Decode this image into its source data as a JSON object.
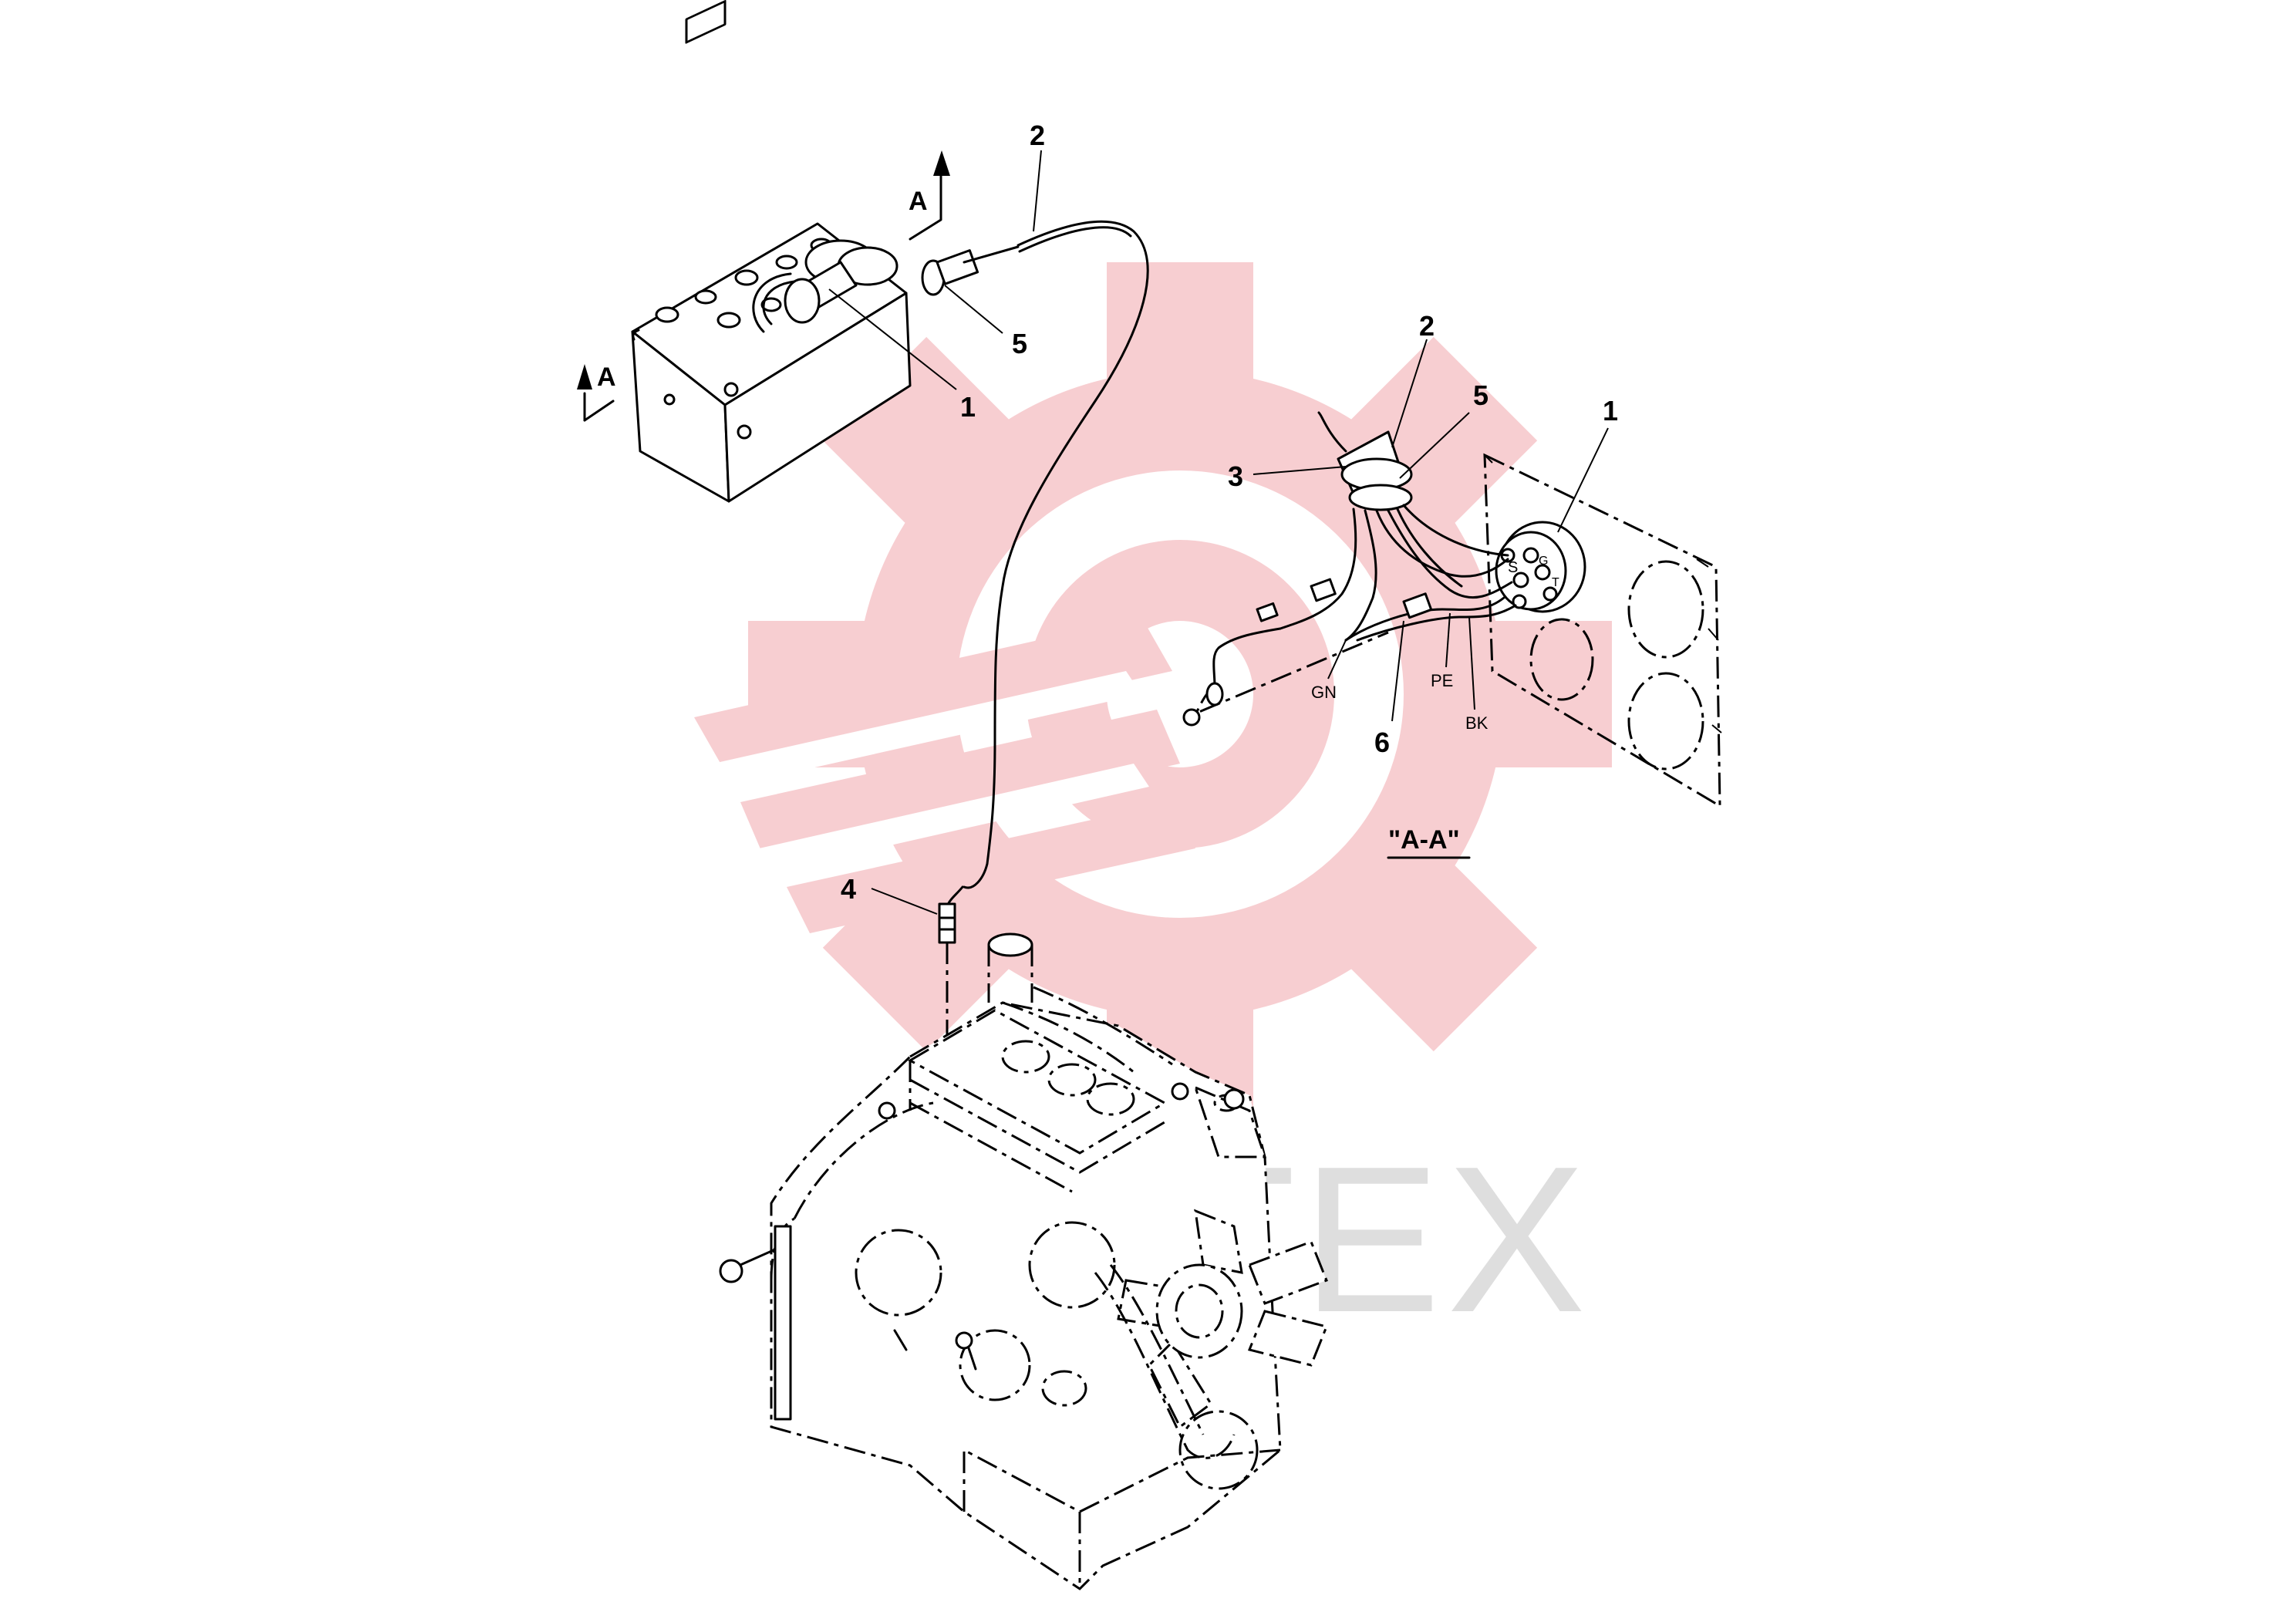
{
  "callouts": {
    "c2_top": "2",
    "c5_top": "5",
    "c1_top": "1",
    "c2_detail": "2",
    "c5_detail": "5",
    "c3_detail": "3",
    "c1_detail": "1",
    "c6_detail": "6",
    "c4": "4"
  },
  "section_marks": {
    "arrow_top": "A",
    "arrow_left": "A",
    "view_title": "\"A-A\""
  },
  "wire_codes": {
    "gn": "GN",
    "pe": "PE",
    "bk": "BK"
  },
  "terminal_codes": {
    "s": "S",
    "g": "G",
    "t": "T"
  },
  "watermark": {
    "text": "ИНТЕХ",
    "gear_color": "#f7c9cc",
    "text_color": "#d9d9d9"
  }
}
